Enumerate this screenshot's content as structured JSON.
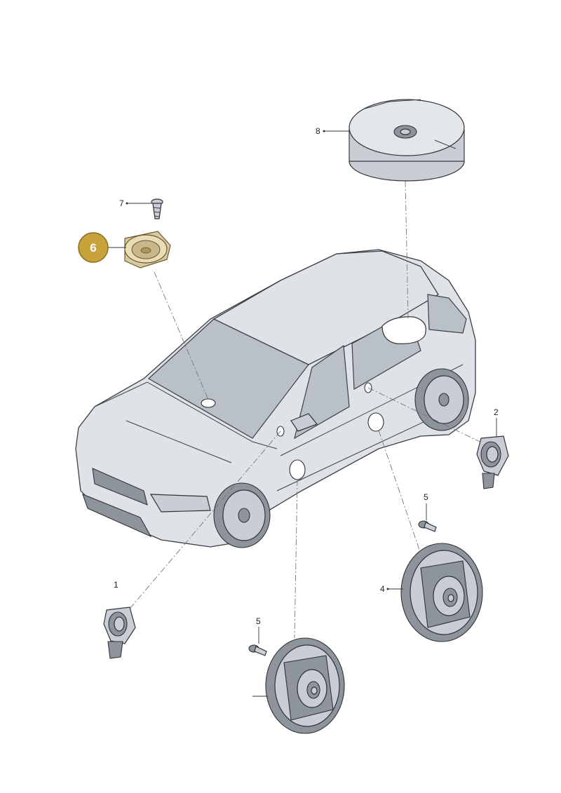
{
  "callouts": [
    {
      "id": "1",
      "label": "1"
    },
    {
      "id": "2",
      "label": "2"
    },
    {
      "id": "4",
      "label": "4"
    },
    {
      "id": "5a",
      "label": "5"
    },
    {
      "id": "5b",
      "label": "5"
    },
    {
      "id": "6",
      "label": "6",
      "highlighted": true
    },
    {
      "id": "7",
      "label": "7"
    },
    {
      "id": "8",
      "label": "8"
    }
  ],
  "colors": {
    "highlight": "#c8a23a",
    "highlight_border": "#8a6f1e"
  }
}
